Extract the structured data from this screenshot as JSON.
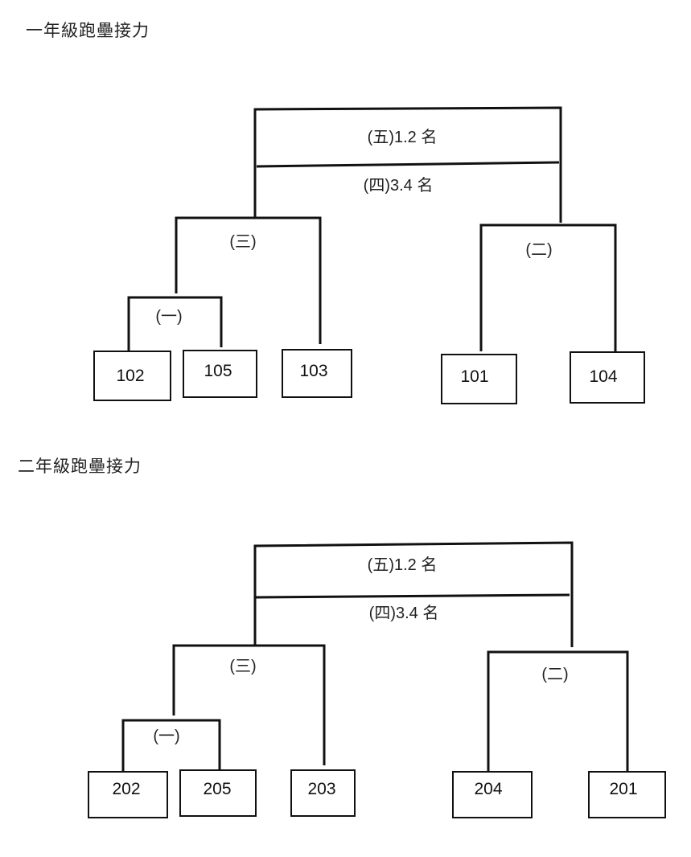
{
  "grade1": {
    "title": "一年級跑壘接力",
    "labels": {
      "final": "(五)1.2 名",
      "third_place": "(四)3.4 名",
      "round3": "(三)",
      "round1": "(一)",
      "round2": "(二)"
    },
    "teams": [
      "102",
      "105",
      "103",
      "101",
      "104"
    ]
  },
  "grade2": {
    "title": "二年級跑壘接力",
    "labels": {
      "final": "(五)1.2 名",
      "third_place": "(四)3.4 名",
      "round3": "(三)",
      "round1": "(一)",
      "round2": "(二)"
    },
    "teams": [
      "202",
      "205",
      "203",
      "204",
      "201"
    ]
  }
}
